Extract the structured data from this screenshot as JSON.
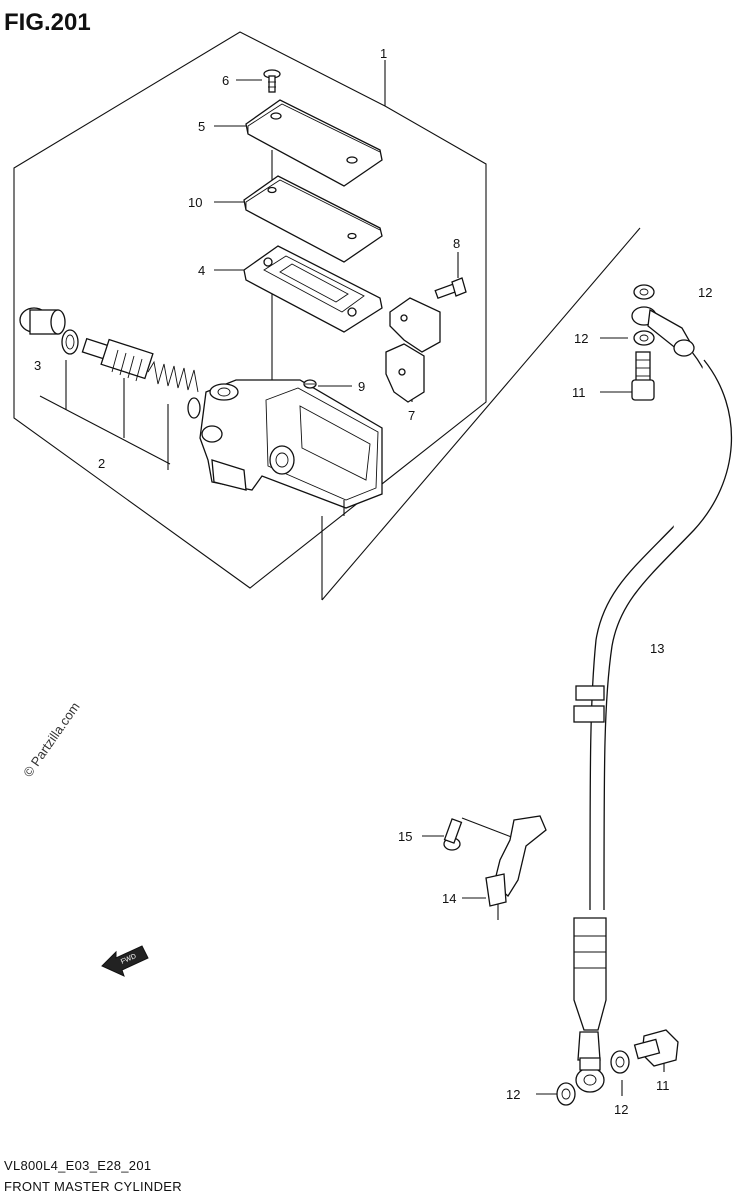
{
  "header": {
    "figure_title": "FIG.201"
  },
  "footer": {
    "model_code": "VL800L4_E03_E28_201",
    "assembly_name": "FRONT MASTER CYLINDER"
  },
  "watermark": "© Partzilla.com",
  "fwd_badge": "FWD",
  "callouts": {
    "c1": "1",
    "c2": "2",
    "c3": "3",
    "c4": "4",
    "c5": "5",
    "c6": "6",
    "c7": "7",
    "c8": "8",
    "c9": "9",
    "c10": "10",
    "c11a": "11",
    "c11b": "11",
    "c12a": "12",
    "c12b": "12",
    "c12c": "12",
    "c12d": "12",
    "c13": "13",
    "c14": "14",
    "c15": "15"
  }
}
